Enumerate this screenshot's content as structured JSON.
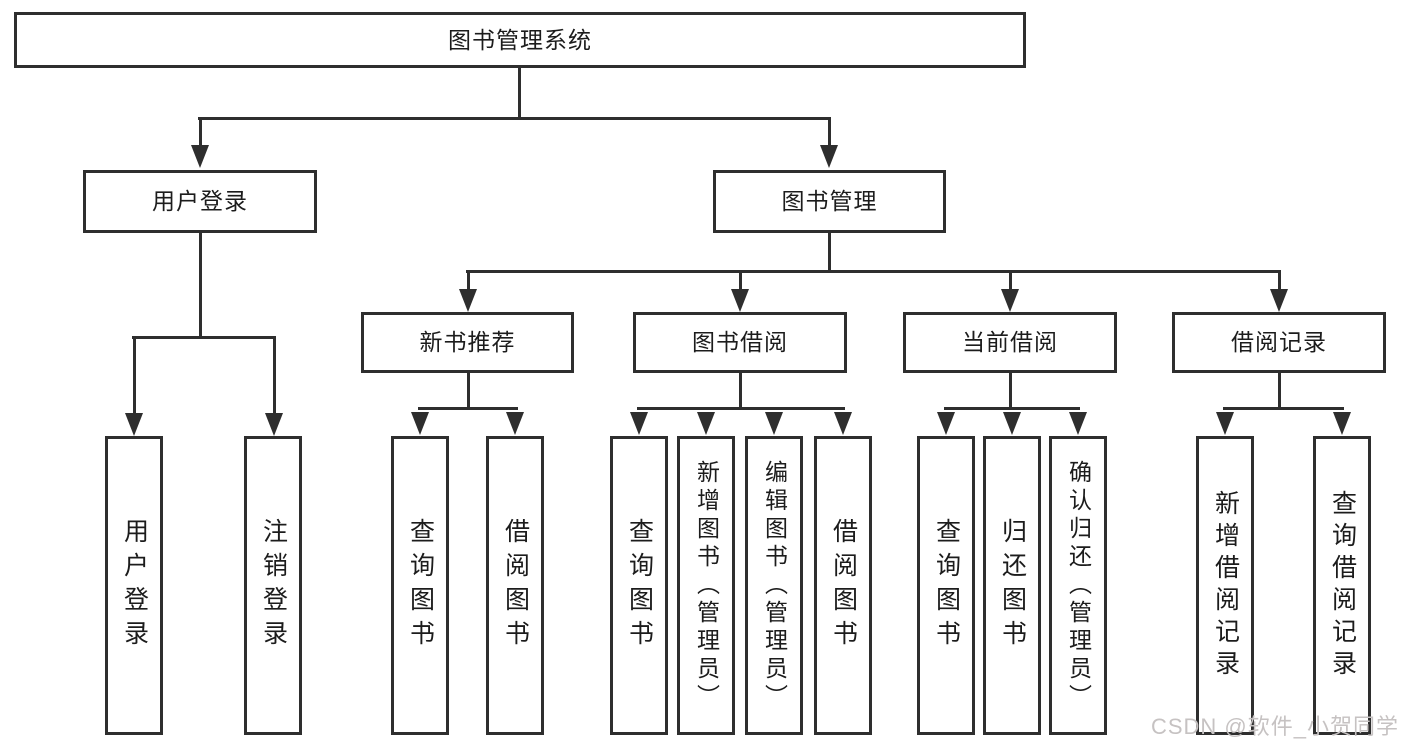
{
  "colors": {
    "line": "#2e2e2e",
    "text": "#1c1c1c",
    "watermark": "#c6c2c2",
    "background": "#ffffff"
  },
  "watermark": {
    "text": "CSDN @软件_小贺同学"
  },
  "tree": {
    "label": "图书管理系统",
    "children": [
      {
        "label": "用户登录",
        "children": [
          {
            "label": "用户登录"
          },
          {
            "label": "注销登录"
          }
        ]
      },
      {
        "label": "图书管理",
        "children": [
          {
            "label": "新书推荐",
            "children": [
              {
                "label": "查询图书"
              },
              {
                "label": "借阅图书"
              }
            ]
          },
          {
            "label": "图书借阅",
            "children": [
              {
                "label": "查询图书"
              },
              {
                "label": "新增图书（管理员）"
              },
              {
                "label": "编辑图书（管理员）"
              },
              {
                "label": "借阅图书"
              }
            ]
          },
          {
            "label": "当前借阅",
            "children": [
              {
                "label": "查询图书"
              },
              {
                "label": "归还图书"
              },
              {
                "label": "确认归还（管理员）"
              }
            ]
          },
          {
            "label": "借阅记录",
            "children": [
              {
                "label": "新增借阅记录"
              },
              {
                "label": "查询借阅记录"
              }
            ]
          }
        ]
      }
    ]
  }
}
